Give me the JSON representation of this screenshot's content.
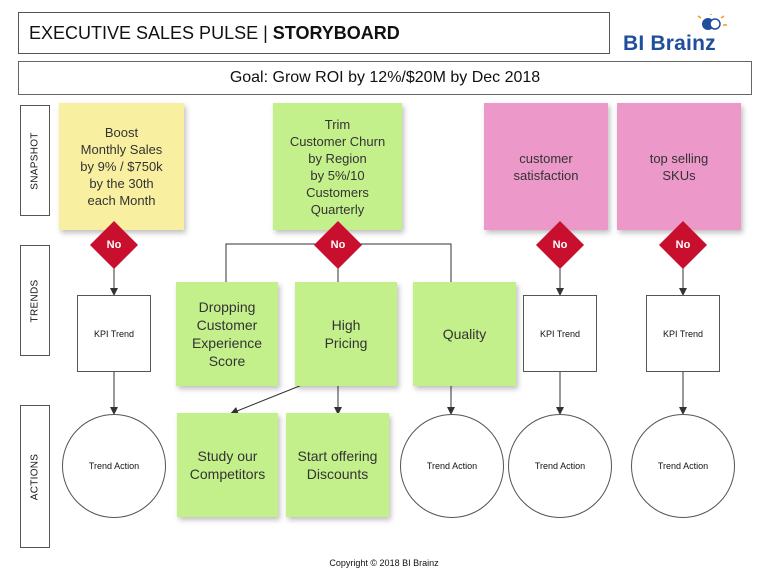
{
  "header": {
    "title_prefix": "EXECUTIVE SALES PULSE | ",
    "title_bold": "STORYBOARD",
    "logo_text": "BI Brainz"
  },
  "goal": "Goal: Grow ROI by 12%/$20M by Dec 2018",
  "rows": {
    "snapshot": "SNAPSHOT",
    "trends": "TRENDS",
    "actions": "ACTIONS"
  },
  "snapshot_notes": [
    {
      "text": "Boost\nMonthly Sales\nby 9% / $750k\nby the 30th\neach Month",
      "color": "#f8f0a0"
    },
    {
      "text": "Trim\nCustomer Churn\nby Region\nby 5%/10\nCustomers\nQuarterly",
      "color": "#c4f08c"
    },
    {
      "text": "customer\nsatisfaction",
      "color": "#ec98c8"
    },
    {
      "text": "top selling\nSKUs",
      "color": "#ec98c8"
    }
  ],
  "decision_label": "No",
  "trend_notes": [
    "Dropping\nCustomer\nExperience\nScore",
    "High\nPricing",
    "Quality"
  ],
  "kpi_label": "KPI Trend",
  "action_notes": [
    "Study our\nCompetitors",
    "Start offering\nDiscounts"
  ],
  "trend_action_label": "Trend Action",
  "copyright": "Copyright © 2018 BI Brainz",
  "colors": {
    "diamond": "#c8102e",
    "yellow_note": "#f8f0a0",
    "green_note": "#c4f08c",
    "pink_note": "#ec98c8",
    "logo": "#1f4e9c"
  }
}
